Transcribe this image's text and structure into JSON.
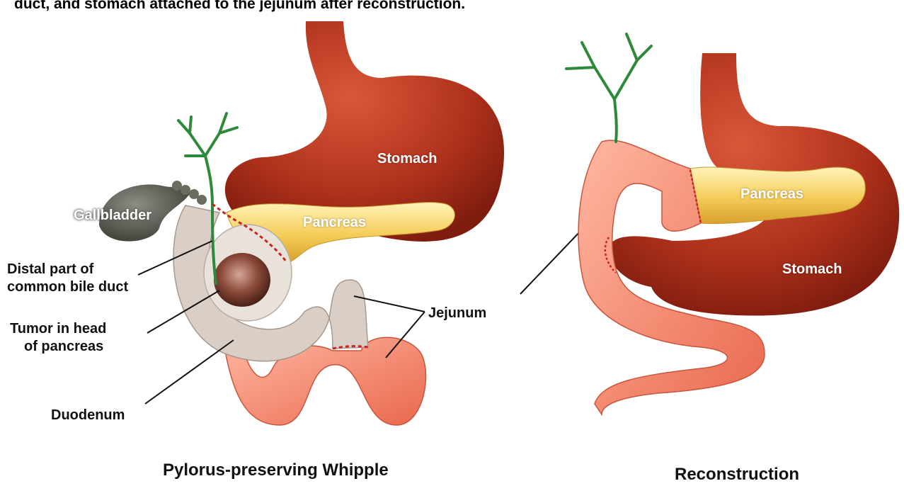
{
  "caption": "duct, and stomach attached to the jejunum after reconstruction.",
  "left_panel": {
    "title": "Pylorus-preserving Whipple",
    "labels": {
      "stomach": "Stomach",
      "pancreas": "Pancreas",
      "gallbladder": "Gallbladder",
      "bile_duct_line1": "Distal part of",
      "bile_duct_line2": "common bile duct",
      "tumor_line1": "Tumor in head",
      "tumor_line2": "of pancreas",
      "duodenum": "Duodenum",
      "jejunum": "Jejunum"
    }
  },
  "right_panel": {
    "title": "Reconstruction",
    "labels": {
      "pancreas": "Pancreas",
      "stomach": "Stomach"
    }
  },
  "colors": {
    "stomach": "#b0321c",
    "pancreas": "#f2c24a",
    "intestine": "#f08a70",
    "duodenum": "#d9cfc6",
    "bile_duct": "#2e8a3a",
    "gallbladder": "#55574f",
    "cut_line": "#c8231e"
  }
}
